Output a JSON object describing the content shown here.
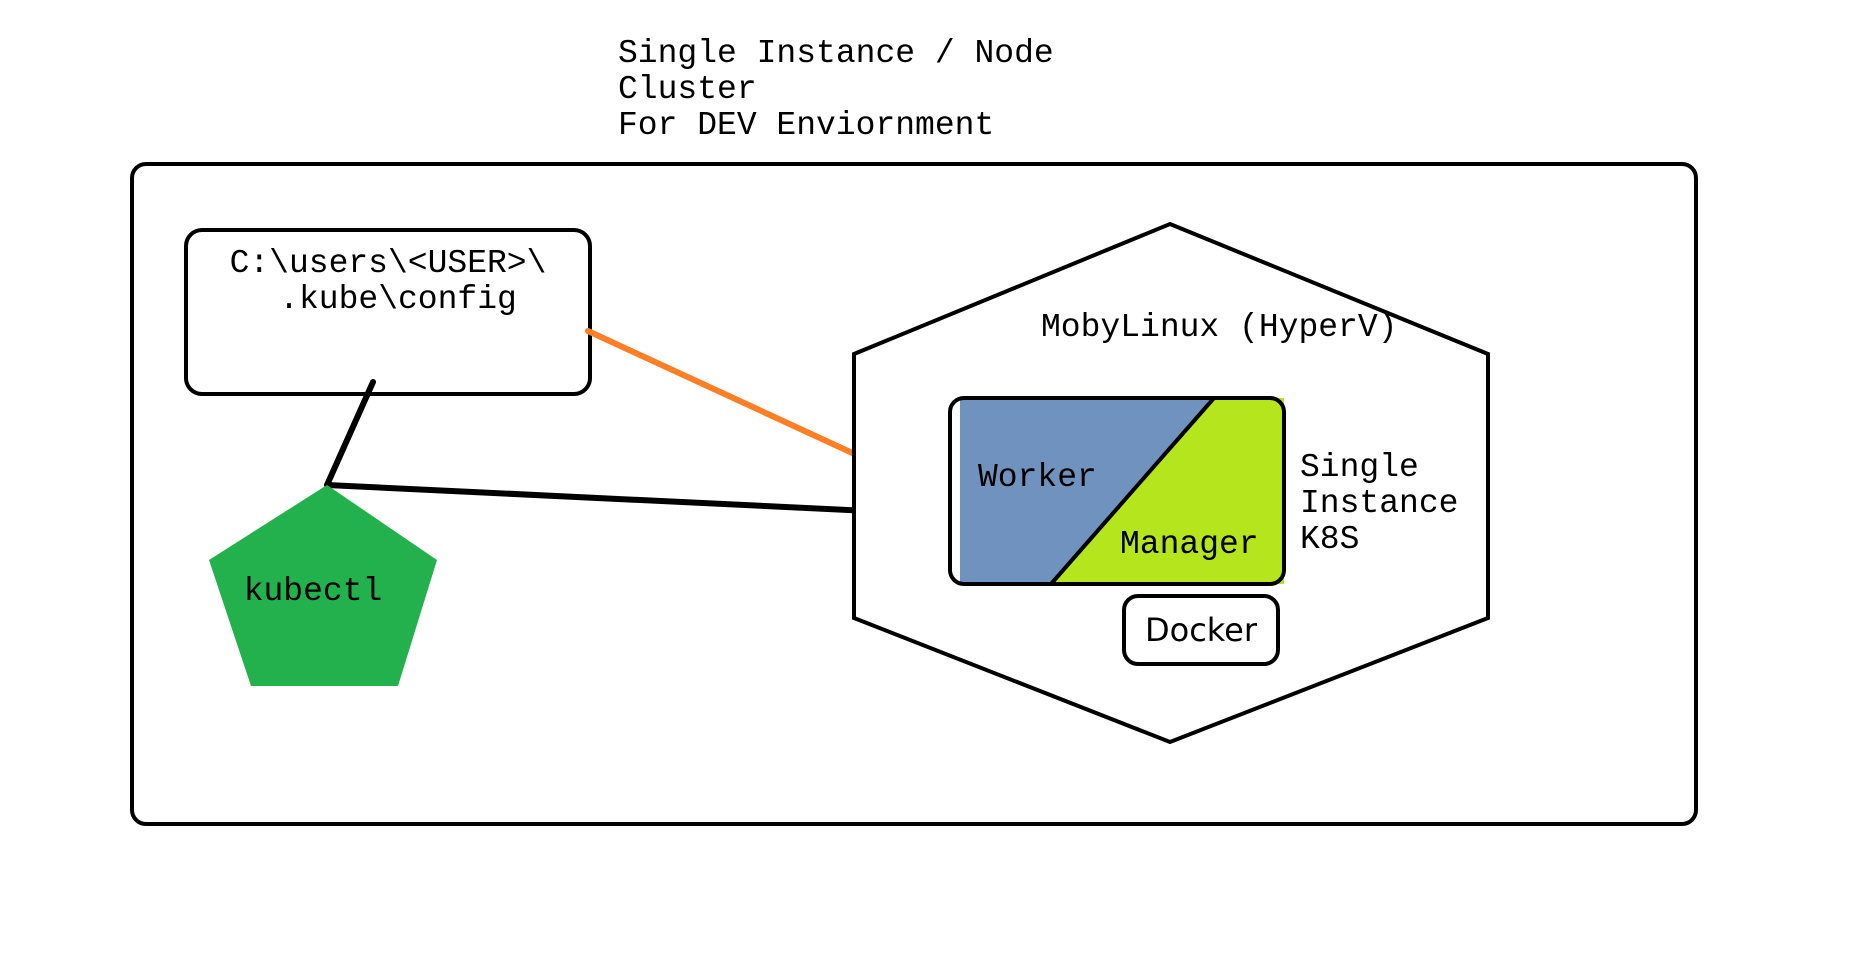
{
  "title": {
    "line1": "Single Instance / Node",
    "line2": "Cluster",
    "line3": "For DEV Enviornment"
  },
  "config_box": {
    "line1": "C:\\users\\<USER>\\",
    "line2": ".kube\\config"
  },
  "kubectl": {
    "label": "kubectl",
    "color": "#22b14c"
  },
  "vm": {
    "label": "MobyLinux (HyperV)"
  },
  "k8s": {
    "worker_label": "Worker",
    "worker_color": "#7092be",
    "manager_label": "Manager",
    "manager_color": "#b5e61d",
    "side_line1": "Single",
    "side_line2": "Instance",
    "side_line3": "K8S"
  },
  "docker": {
    "label": "Docker"
  },
  "connector_colors": {
    "config_link": "#ff7f27",
    "kubectl_link": "#000000"
  }
}
